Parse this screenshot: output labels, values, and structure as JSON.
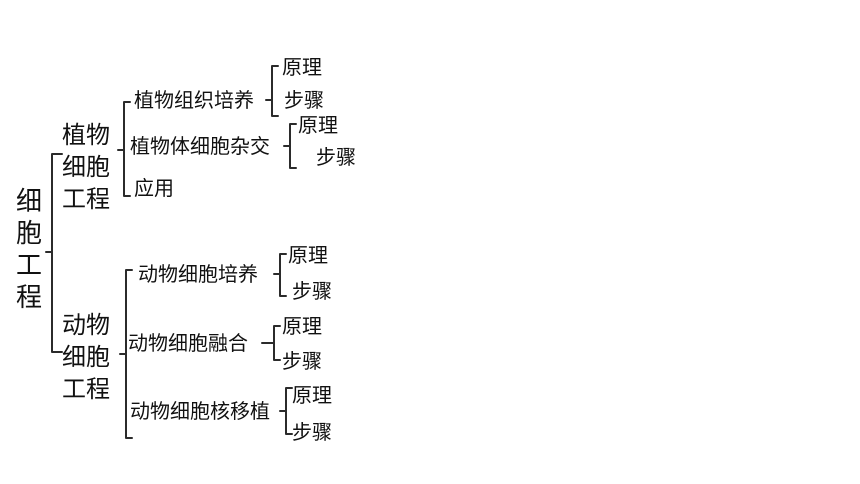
{
  "root": "细胞工程",
  "branches": [
    {
      "label": "植物细胞工程",
      "lines": [
        "植物",
        "细胞",
        "工程"
      ],
      "children": [
        {
          "label": "植物组织培养",
          "children": [
            "原理",
            "步骤"
          ]
        },
        {
          "label": "植物体细胞杂交",
          "children": [
            "原理",
            "步骤"
          ]
        },
        {
          "label": "应用",
          "children": []
        }
      ]
    },
    {
      "label": "动物细胞工程",
      "lines": [
        "动物",
        "细胞",
        "工程"
      ],
      "children": [
        {
          "label": "动物细胞培养",
          "children": [
            "原理",
            "步骤"
          ]
        },
        {
          "label": "动物细胞融合",
          "children": [
            "原理",
            "步骤"
          ]
        },
        {
          "label": "动物细胞核移植",
          "children": [
            "原理",
            "步骤"
          ]
        }
      ]
    }
  ]
}
